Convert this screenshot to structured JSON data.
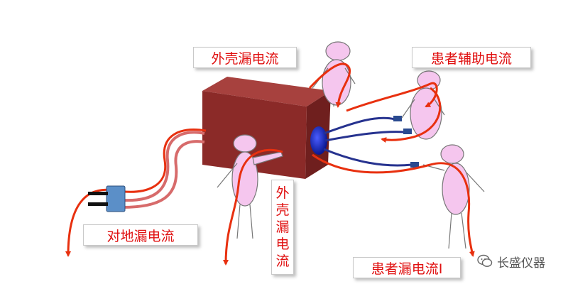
{
  "labels": {
    "enclosure_leakage": "外壳漏电流",
    "patient_auxiliary": "患者辅助电流",
    "earth_leakage": "对地漏电流",
    "patient_leakage": "患者漏电流Ⅰ",
    "enclosure_leakage_vertical": [
      "外",
      "壳",
      "漏",
      "电",
      "流"
    ]
  },
  "watermark": {
    "text": "长盛仪器",
    "icon": "wechat-icon"
  },
  "colors": {
    "box_front": "#8b2a28",
    "box_top": "#a7413e",
    "box_side": "#6f1f1e",
    "current_arrow": "#e8300f",
    "lead_wire": "#26328f",
    "connector": "#1a2aa8",
    "figure_fill": "#f5c6ee",
    "figure_stroke": "#777777",
    "plug_blue": "#5b8fc8",
    "label_text": "#e01010"
  }
}
